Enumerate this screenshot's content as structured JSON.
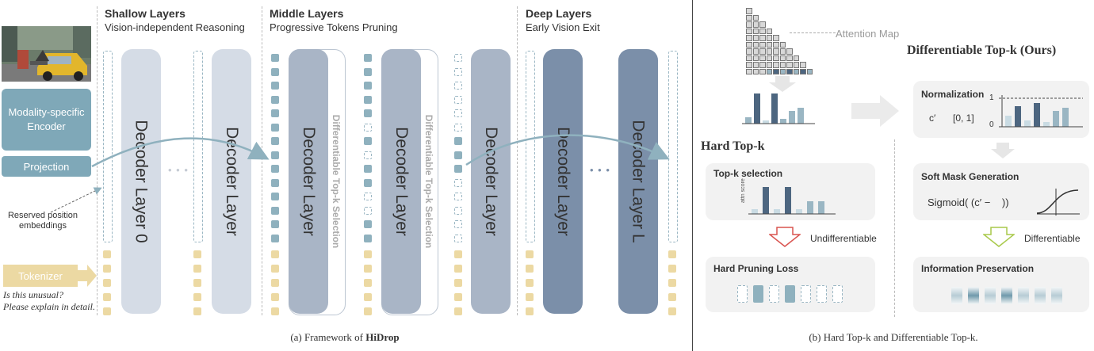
{
  "framework": {
    "stages": [
      {
        "title": "Shallow Layers",
        "subtitle": "Vision-independent Reasoning"
      },
      {
        "title": "Middle Layers",
        "subtitle": "Progressive Tokens Pruning"
      },
      {
        "title": "Deep Layers",
        "subtitle": "Early Vision Exit"
      }
    ],
    "encoder_label": "Modality-specific Encoder",
    "projection_label": "Projection",
    "tokenizer_label": "Tokenizer",
    "reserved_label": "Reserved position embeddings",
    "question_line1": "Is this unusual?",
    "question_line2": "Please explain in detail.",
    "layers": {
      "layer0": "Decoder Layer 0",
      "decoder": "Decoder Layer",
      "layerL": "Decoder Layer L"
    },
    "selection_label": "Differentiable Top-k Selection",
    "ellipsis": "• • •",
    "caption_prefix": "(a) Framework of ",
    "caption_bold": "HiDrop"
  },
  "topk": {
    "attention_map_label": "Attention Map",
    "diff_title": "Differentiable Top-k (Ours)",
    "hard_title": "Hard Top-k",
    "hard_selection": {
      "title": "Top-k selection",
      "axis_label": "attn score"
    },
    "undifferentiable_label": "Undifferentiable",
    "hard_loss_title": "Hard Pruning Loss",
    "normalization": {
      "title": "Normalization",
      "formula": "c′",
      "range": "[0, 1]",
      "tick_top": "1",
      "tick_bottom": "0"
    },
    "soft_mask": {
      "title": "Soft Mask Generation",
      "formula_left": "Sigmoid(",
      "formula_mid": "(c′ −",
      "formula_right": "))"
    },
    "differentiable_label": "Differentiable",
    "info_title": "Information Preservation",
    "caption": "(b) Hard Top-k and Differentiable Top-k."
  },
  "colors": {
    "projection": "#7fa8b8",
    "light_layer": "#d5dce6",
    "mid_layer": "#a9b5c6",
    "deep_layer": "#7b8fa9",
    "token": "#8fb1be",
    "text_token": "#ecd9a3",
    "red_arrow": "#d9534f",
    "green_arrow": "#a8c94a"
  },
  "icons": [
    "image-thumbnail",
    "arrow-right-icon",
    "down-arrow-icon"
  ]
}
